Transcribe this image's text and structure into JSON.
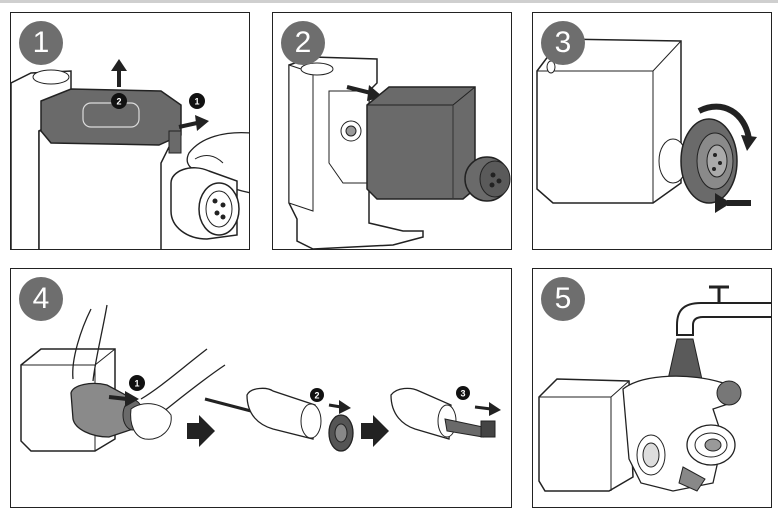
{
  "steps": [
    {
      "number": "1",
      "callouts": [
        "1",
        "2"
      ]
    },
    {
      "number": "2"
    },
    {
      "number": "3"
    },
    {
      "number": "4",
      "callouts": [
        "1",
        "2",
        "3"
      ]
    },
    {
      "number": "5"
    }
  ],
  "colors": {
    "badge": "#6e6e6e",
    "part_fill": "#6a6a6a",
    "outline": "#222222",
    "frame": "#222222"
  },
  "icons": [
    "up-arrow-icon",
    "right-arrow-icon",
    "rotate-arrow-icon",
    "water-stream-icon",
    "faucet-icon"
  ]
}
